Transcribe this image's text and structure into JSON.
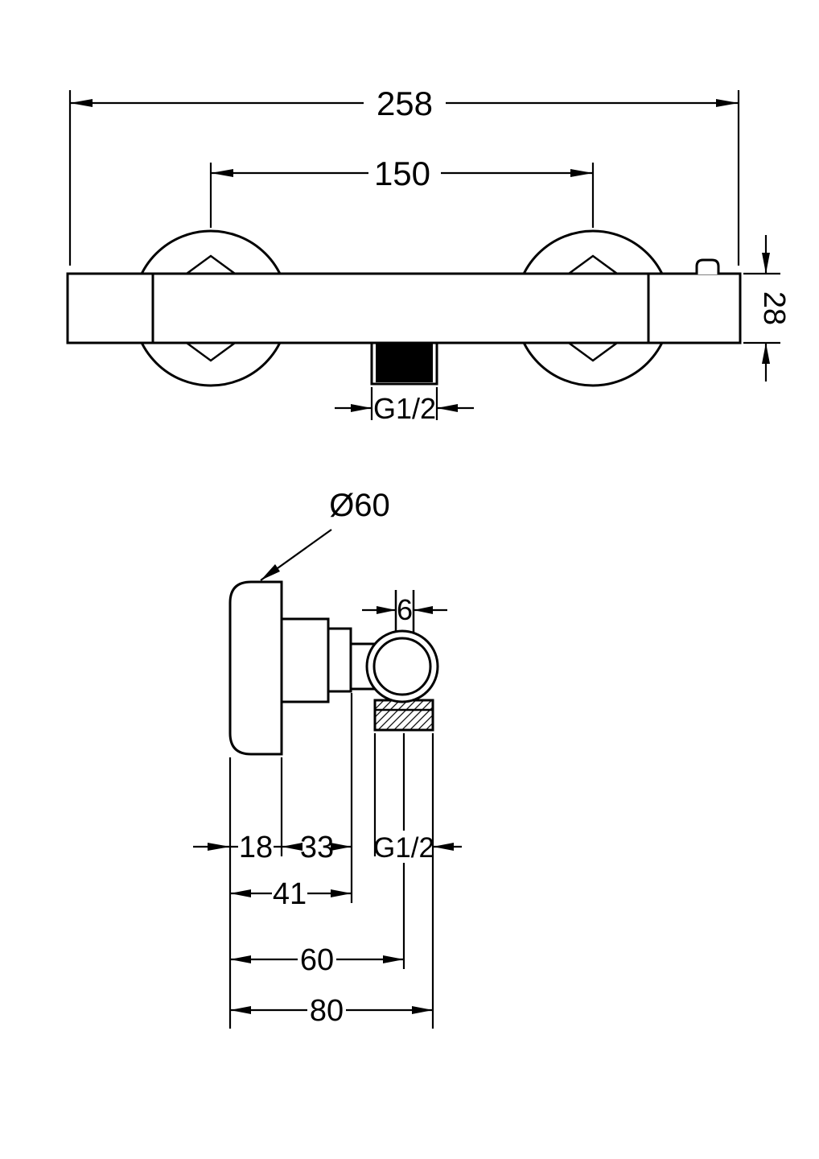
{
  "front_view": {
    "total_width": "258",
    "center_distance": "150",
    "body_height": "28",
    "outlet_thread": "G1/2"
  },
  "side_view": {
    "escutcheon_diameter": "Ø60",
    "slot_width": "6",
    "escutcheon_depth": "18",
    "body_depth": "33",
    "outlet_thread": "G1/2",
    "depth_to_clamp": "41",
    "depth_to_axis": "60",
    "total_depth": "80"
  },
  "line_color": "#000000",
  "background_color": "#ffffff"
}
